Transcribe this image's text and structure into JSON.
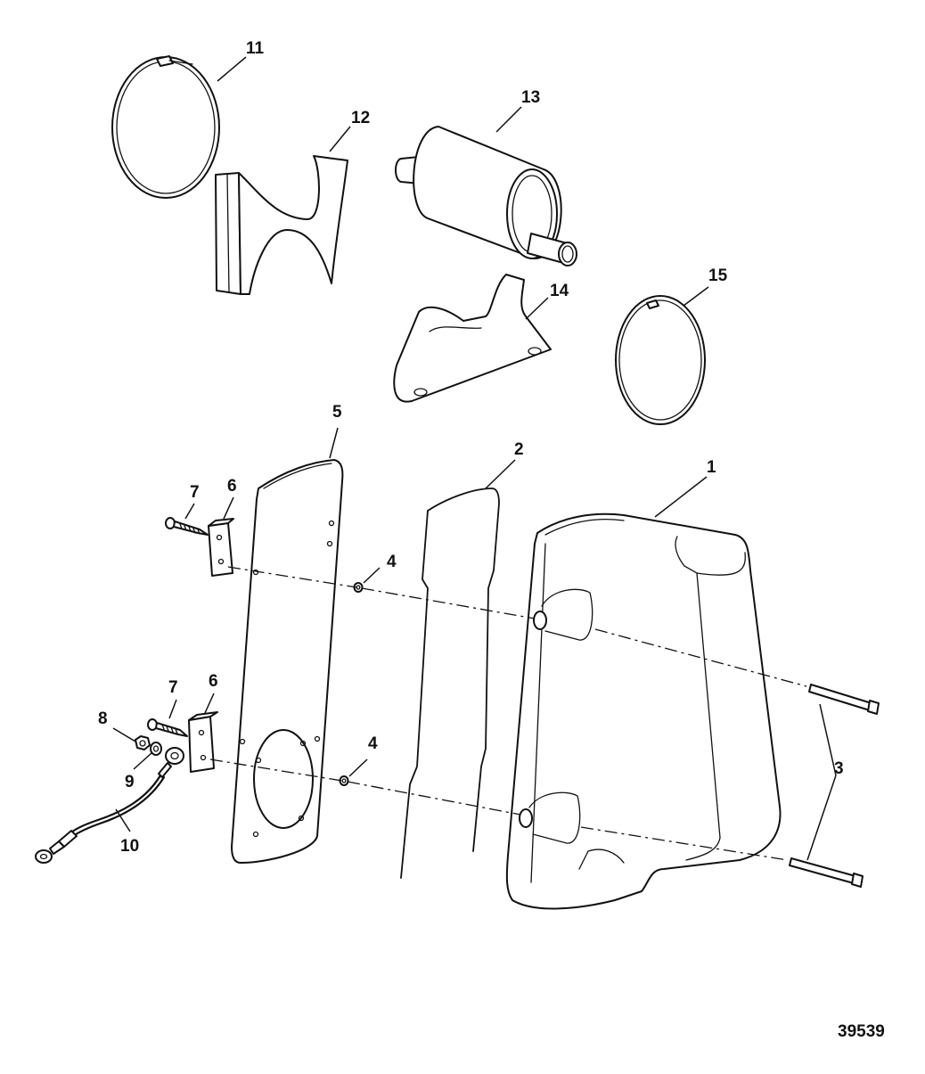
{
  "figure_id": "39539",
  "callouts": [
    "11",
    "12",
    "13",
    "14",
    "15",
    "5",
    "2",
    "1",
    "7",
    "6",
    "4",
    "7",
    "6",
    "8",
    "9",
    "4",
    "10",
    "3"
  ]
}
